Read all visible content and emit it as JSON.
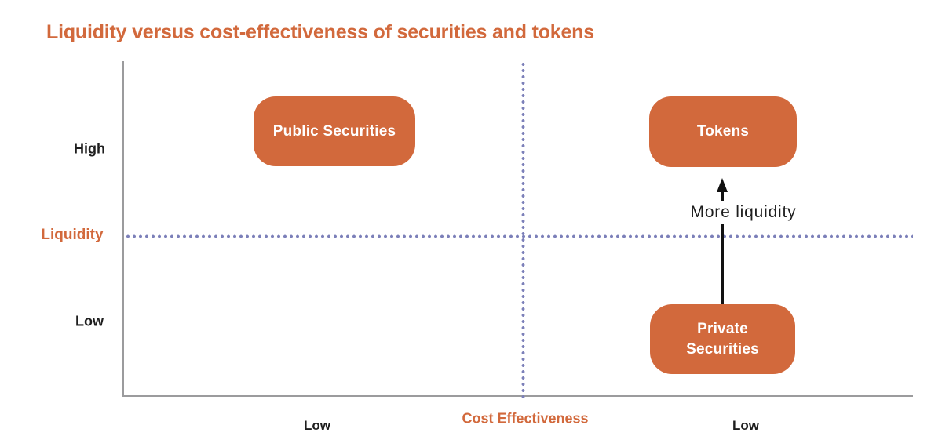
{
  "title": "Liquidity versus cost-effectiveness of securities and tokens",
  "colors": {
    "accent_orange": "#d2693c",
    "dotted_line_purple": "#7c80b9",
    "axis_gray": "#9b9b9d",
    "node_text": "#ffffff",
    "label_black": "#1e1e1e"
  },
  "chart": {
    "type": "quadrant-diagram",
    "y_axis": {
      "name": "Liquidity",
      "high_label": "High",
      "low_label": "Low"
    },
    "x_axis": {
      "name": "Cost Effectiveness",
      "left_label": "Low",
      "right_label": "Low"
    },
    "nodes": [
      {
        "label": "Public Securities",
        "quadrant": "high-liquidity / low-cost-effectiveness"
      },
      {
        "label": "Tokens",
        "quadrant": "high-liquidity / high-cost-effectiveness"
      },
      {
        "label": "Private Securities",
        "quadrant": "low-liquidity / high-cost-effectiveness"
      }
    ],
    "annotation": {
      "label": "More liquidity",
      "arrow_direction": "up",
      "from": "Private Securities",
      "to": "Tokens"
    }
  }
}
